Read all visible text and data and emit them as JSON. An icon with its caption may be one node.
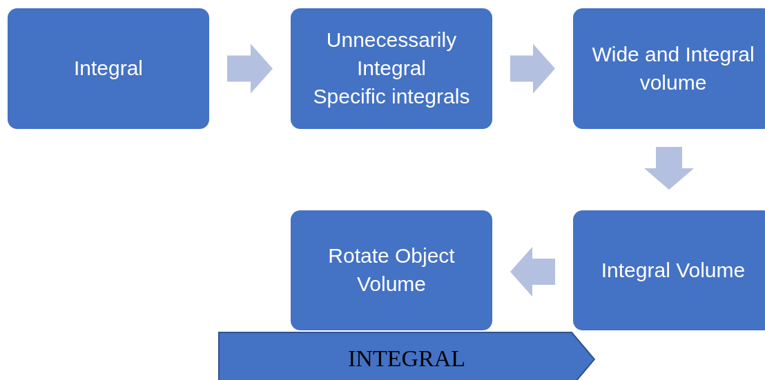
{
  "diagram": {
    "nodes": [
      {
        "text": [
          "Integral"
        ]
      },
      {
        "text": [
          "Unnecessarily Integral",
          "Specific integrals"
        ]
      },
      {
        "text": [
          "Wide and Integral volume"
        ]
      },
      {
        "text": [
          "Integral Volume"
        ]
      },
      {
        "text": [
          "Rotate Object Volume"
        ]
      },
      {
        "text": [
          "INTEGRAL"
        ]
      }
    ],
    "edges": [
      {
        "from": 0,
        "to": 1,
        "arrow": "to"
      },
      {
        "from": 1,
        "to": 2,
        "arrow": "to"
      },
      {
        "from": 2,
        "to": 3,
        "arrow": "to"
      },
      {
        "from": 3,
        "to": 4,
        "arrow": "to"
      }
    ]
  }
}
